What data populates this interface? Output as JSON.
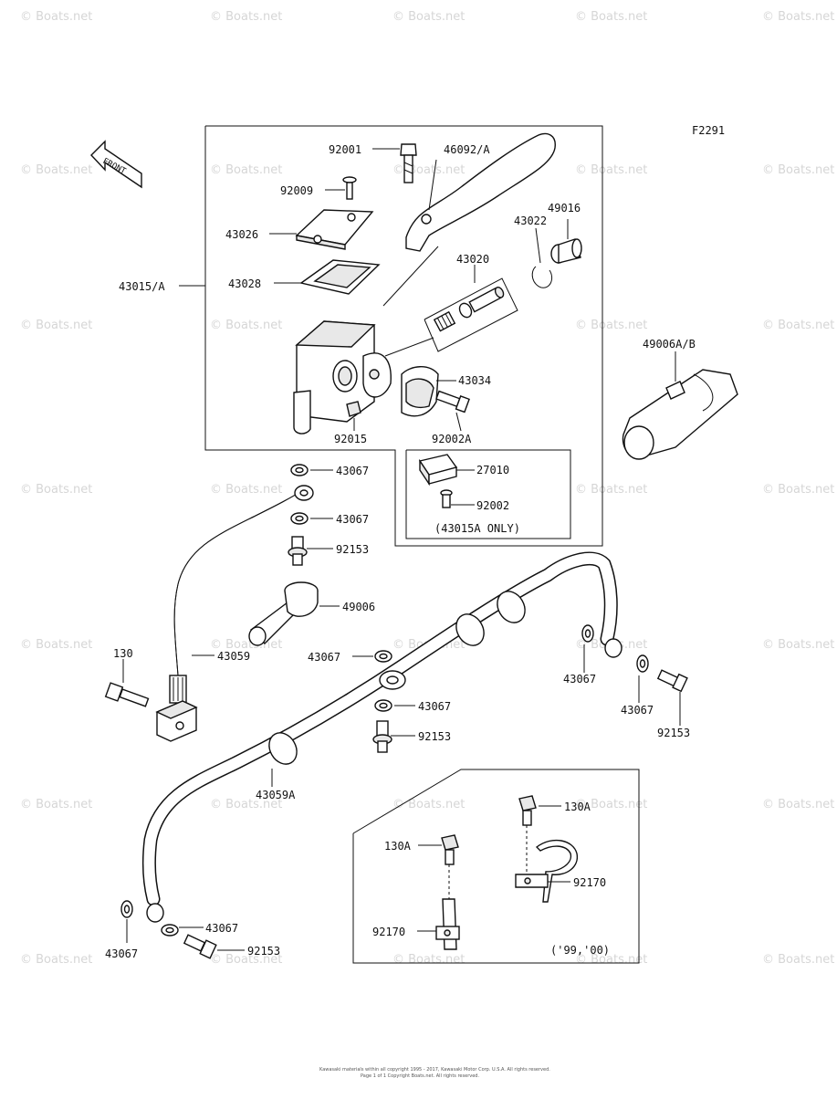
{
  "figure_code": "F2291",
  "front_label": "FRONT",
  "watermark": "© Boats.net",
  "labels": {
    "l92001": "92001",
    "l46092": "46092/A",
    "l92009": "92009",
    "l43026": "43026",
    "l43022": "43022",
    "l49016": "49016",
    "l43020": "43020",
    "l43015": "43015/A",
    "l43028": "43028",
    "l49006ab": "49006A/B",
    "l43034": "43034",
    "l92002a": "92002A",
    "l92015": "92015",
    "l43067a": "43067",
    "l27010": "27010",
    "l92002": "92002",
    "l43015only": "(43015A ONLY)",
    "l43067b": "43067",
    "l92153a": "92153",
    "l49006": "49006",
    "l130": "130",
    "l43059": "43059",
    "l43067c": "43067",
    "l43067d": "43067",
    "l43067e": "43067",
    "l43067f": "43067",
    "l92153b": "92153",
    "l92153c": "92153",
    "l43059a": "43059A",
    "l130a1": "130A",
    "l130a2": "130A",
    "l92170a": "92170",
    "l92170b": "92170",
    "l43067g": "43067",
    "l43067h": "43067",
    "l92153d": "92153",
    "years": "('99,'00)"
  },
  "footer": {
    "line1": "Kawasaki materials within all copyright 1995 - 2017, Kawasaki Motor Corp. U.S.A. All rights reserved.",
    "line2": "Page 1 of 1 Copyright Boats.net. All rights reserved."
  }
}
